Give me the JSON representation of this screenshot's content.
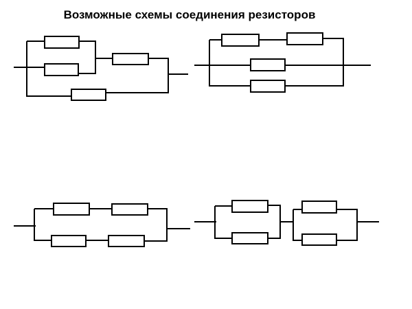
{
  "title": "Возможные схемы соединения резисторов",
  "colors": {
    "background": "#ffffff",
    "line": "#000000",
    "resistor_fill": "#ffffff"
  },
  "stroke_width": 2,
  "circuits": [
    {
      "name": "circuit-1",
      "description": "two resistors in parallel, in series with a third resistor, that group in parallel with a fourth resistor",
      "resistor_count": 4,
      "wires": [
        [
          20,
          98,
          44,
          98
        ],
        [
          39,
          60,
          39,
          141
        ],
        [
          39,
          60,
          67,
          60
        ],
        [
          113,
          60,
          140,
          60
        ],
        [
          139,
          60,
          139,
          108
        ],
        [
          39,
          98,
          67,
          98
        ],
        [
          112,
          107,
          140,
          107
        ],
        [
          139,
          85,
          166,
          85
        ],
        [
          214,
          85,
          246,
          85
        ],
        [
          245,
          85,
          245,
          136
        ],
        [
          245,
          108,
          274,
          108
        ],
        [
          39,
          140,
          106,
          140
        ],
        [
          152,
          135,
          246,
          135
        ]
      ],
      "resistors": [
        [
          65,
          53,
          50,
          17
        ],
        [
          65,
          93,
          49,
          17
        ],
        [
          164,
          78,
          52,
          16
        ],
        [
          104,
          130,
          50,
          16
        ]
      ]
    },
    {
      "name": "circuit-2",
      "description": "three parallel branches: top branch with two resistors in series, middle branch one resistor, bottom branch one resistor",
      "resistor_count": 4,
      "wires": [
        [
          283,
          95,
          308,
          95
        ],
        [
          305,
          58,
          305,
          126
        ],
        [
          305,
          58,
          326,
          58
        ],
        [
          375,
          58,
          420,
          58
        ],
        [
          468,
          56,
          501,
          56
        ],
        [
          500,
          56,
          500,
          126
        ],
        [
          305,
          95,
          367,
          95
        ],
        [
          413,
          95,
          540,
          95
        ],
        [
          305,
          125,
          367,
          125
        ],
        [
          413,
          125,
          501,
          125
        ]
      ],
      "resistors": [
        [
          323,
          50,
          54,
          17
        ],
        [
          418,
          48,
          52,
          17
        ],
        [
          365,
          86,
          50,
          17
        ],
        [
          365,
          117,
          50,
          17
        ]
      ]
    },
    {
      "name": "circuit-3",
      "description": "two parallel branches, each with two resistors in series",
      "resistor_count": 4,
      "wires": [
        [
          20,
          329,
          52,
          329
        ],
        [
          50,
          304,
          50,
          351
        ],
        [
          50,
          304,
          80,
          304
        ],
        [
          128,
          304,
          165,
          304
        ],
        [
          213,
          304,
          244,
          304
        ],
        [
          243,
          304,
          243,
          352
        ],
        [
          243,
          333,
          277,
          333
        ],
        [
          50,
          350,
          77,
          350
        ],
        [
          123,
          350,
          160,
          350
        ],
        [
          208,
          351,
          244,
          351
        ]
      ],
      "resistors": [
        [
          78,
          296,
          52,
          17
        ],
        [
          163,
          297,
          52,
          16
        ],
        [
          75,
          343,
          50,
          16
        ],
        [
          158,
          343,
          52,
          16
        ]
      ]
    },
    {
      "name": "circuit-4",
      "description": "two parallel pairs of resistors connected in series",
      "resistor_count": 4,
      "wires": [
        [
          283,
          323,
          315,
          323
        ],
        [
          313,
          300,
          313,
          348
        ],
        [
          313,
          300,
          341,
          300
        ],
        [
          388,
          299,
          409,
          299
        ],
        [
          408,
          299,
          408,
          348
        ],
        [
          313,
          347,
          341,
          347
        ],
        [
          388,
          347,
          409,
          347
        ],
        [
          408,
          323,
          428,
          323
        ],
        [
          427,
          305,
          427,
          351
        ],
        [
          427,
          305,
          443,
          305
        ],
        [
          488,
          305,
          521,
          305
        ],
        [
          520,
          305,
          520,
          351
        ],
        [
          427,
          350,
          443,
          350
        ],
        [
          488,
          350,
          521,
          350
        ],
        [
          520,
          323,
          552,
          323
        ]
      ],
      "resistors": [
        [
          338,
          292,
          52,
          17
        ],
        [
          338,
          339,
          52,
          16
        ],
        [
          440,
          293,
          50,
          17
        ],
        [
          440,
          341,
          50,
          16
        ]
      ]
    }
  ]
}
